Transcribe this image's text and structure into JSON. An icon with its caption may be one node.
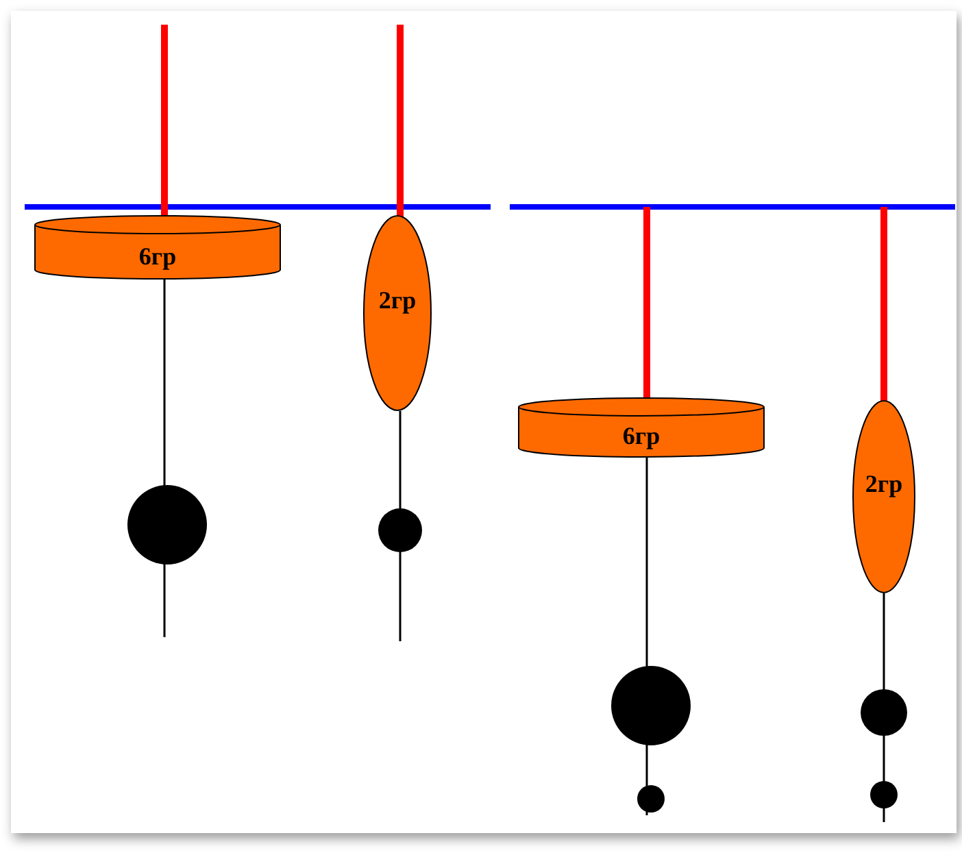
{
  "diagram": {
    "nodes": [
      {
        "text": [
          "6гр"
        ]
      },
      {
        "text": [
          "2гр"
        ]
      },
      {
        "text": [
          "6гр"
        ]
      },
      {
        "text": [
          "2гр"
        ]
      }
    ]
  }
}
